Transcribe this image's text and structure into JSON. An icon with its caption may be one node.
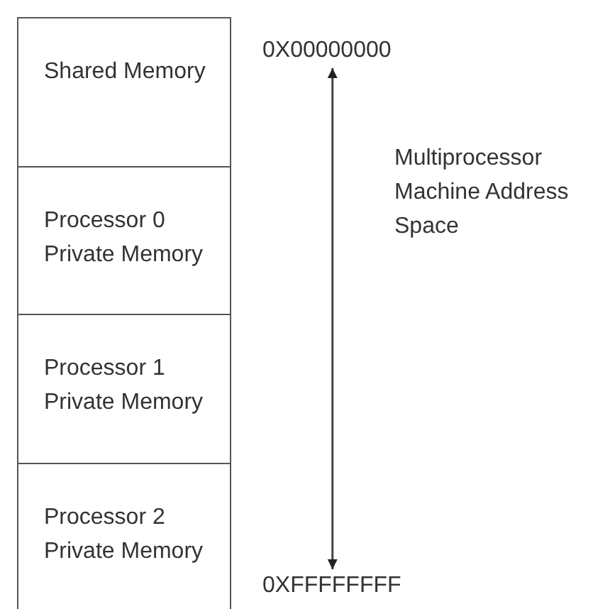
{
  "diagram": {
    "nodes": [
      {
        "text": [
          "Shared Memory"
        ]
      },
      {
        "text": [
          "Processor 0 Private Memory"
        ]
      },
      {
        "text": [
          "Processor 1 Private Memory"
        ]
      },
      {
        "text": [
          "Processor 2 Private Memory"
        ]
      },
      {
        "text": [
          "0X00000000"
        ]
      },
      {
        "text": [
          "0XFFFFFFFF"
        ]
      }
    ],
    "edges": [
      {
        "from": 4,
        "to": 5,
        "arrow": "both"
      }
    ],
    "labels": [
      "Multiprocessor Machine Address Space"
    ]
  }
}
